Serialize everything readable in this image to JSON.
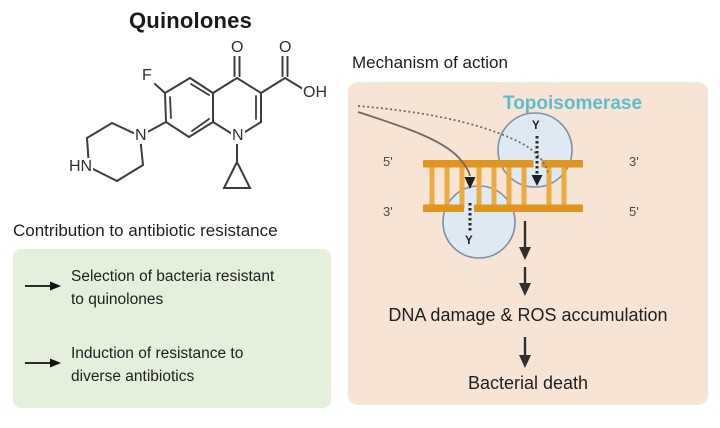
{
  "title": "Quinolones",
  "molecule": {
    "labels": {
      "fluorine": "F",
      "ketone_oxygen": "O",
      "carboxyl_oxygen": "O",
      "hydroxyl": "OH",
      "ring_nitrogen": "N",
      "piperazine_nitrogen": "N",
      "piperazine_nh": "HN"
    }
  },
  "resistance": {
    "heading": "Contribution to antibiotic resistance",
    "items": [
      {
        "text": "Selection of bacteria resistant to quinolones"
      },
      {
        "text": "Induction of resistance to diverse antibiotics"
      }
    ]
  },
  "mechanism": {
    "heading": "Mechanism of action",
    "enzyme": "Topoisomerase",
    "strand_labels": {
      "top_left": "5'",
      "bottom_left": "3'",
      "top_right": "3'",
      "bottom_right": "5'"
    },
    "tyrosine": "Y",
    "steps": [
      "DNA damage & ROS accumulation",
      "Bacterial death"
    ]
  },
  "icons": {
    "bullet_arrow": "right-arrow-icon",
    "flow_arrow": "down-arrow-icon"
  },
  "colors": {
    "green_box": "#e4f0db",
    "peach_box": "#f8e4d5",
    "dna_rail": "#e0951f",
    "dna_rung": "#ecab3f",
    "enzyme_fill": "#dfe9f3",
    "enzyme_stroke": "#7e90a4",
    "enzyme_text": "#5cbcce",
    "bond_stroke": "#3d3d3d",
    "arrow_stroke": "#2f2f2f"
  }
}
